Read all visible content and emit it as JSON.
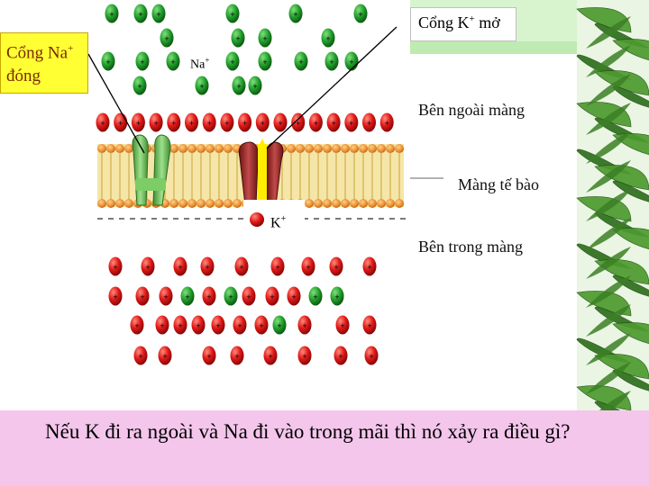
{
  "labels": {
    "na_gate": "Cổng Na",
    "na_gate_sup": "+",
    "na_gate_state": "đóng",
    "k_gate": "Cổng K",
    "k_gate_sup": "+",
    "k_gate_state": "mở",
    "outside": "Bên ngoài màng",
    "membrane": "Màng tế bào",
    "inside": "Bên trong màng",
    "na_ion": "Na",
    "na_ion_sup": "+",
    "k_ion": "K",
    "k_ion_sup": "+"
  },
  "question": "Nếu K đi ra ngoài và Na đi vào trong mãi thì nó xảy ra điều gì?",
  "colors": {
    "na_gate_box": "#ffff33",
    "sodium_ion": "#1f9a2a",
    "potassium_ion": "#e01818",
    "membrane_head": "#e8872a",
    "na_channel": "#6cc15a",
    "k_channel": "#9b2626",
    "k_pore": "#ffee00",
    "banner": "#f4c6ec",
    "leaves": "#2f6f1e"
  },
  "icons": [
    "leaf-decoration"
  ]
}
